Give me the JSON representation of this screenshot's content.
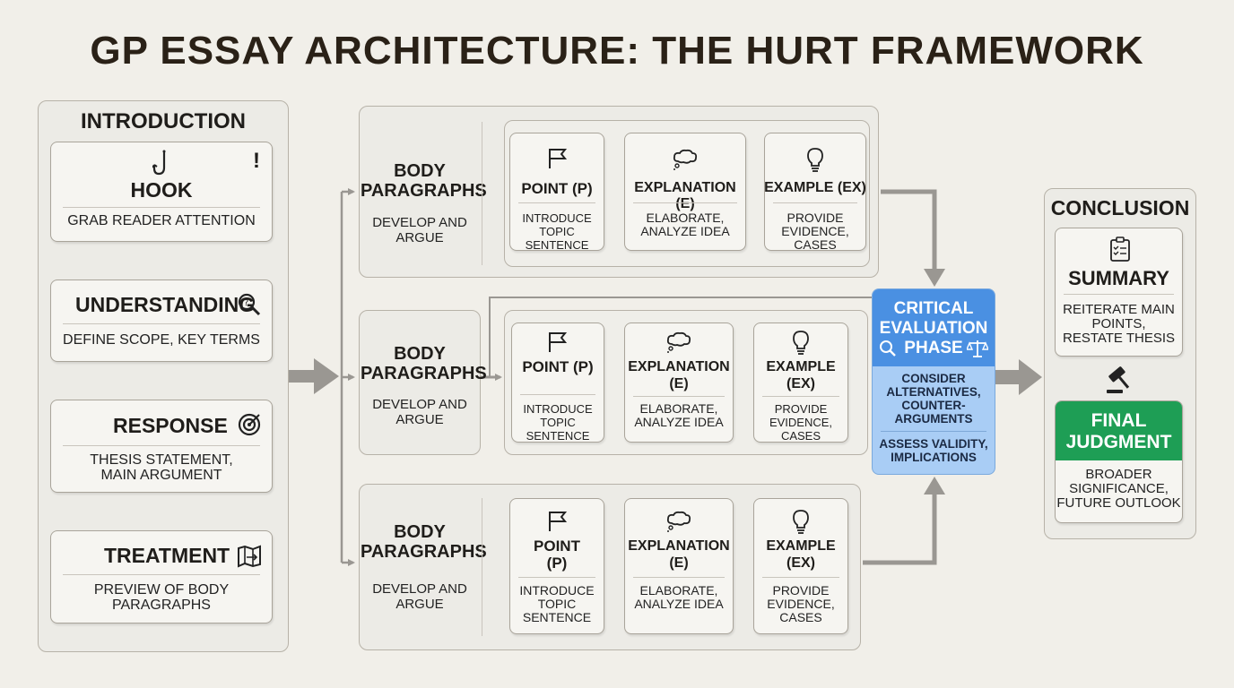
{
  "title": "GP ESSAY ARCHITECTURE: THE HURT FRAMEWORK",
  "introduction": {
    "title": "INTRODUCTION",
    "hook": {
      "label": "HOOK",
      "desc": "GRAB READER ATTENTION",
      "mark": "!"
    },
    "understanding": {
      "label": "UNDERSTANDING",
      "desc": "DEFINE SCOPE, KEY TERMS"
    },
    "response": {
      "label": "RESPONSE",
      "desc": [
        "THESIS STATEMENT,",
        "MAIN ARGUMENT"
      ]
    },
    "treatment": {
      "label": "TREATMENT",
      "desc": [
        "PREVIEW OF BODY",
        "PARAGRAPHS"
      ]
    }
  },
  "body_rows": [
    {
      "title": [
        "BODY",
        "PARAGRAPHS"
      ],
      "desc": [
        "DEVELOP AND",
        "ARGUE"
      ],
      "point": {
        "label": [
          "POINT (P)"
        ],
        "desc": [
          "INTRODUCE",
          "TOPIC SENTENCE"
        ]
      },
      "explanation": {
        "label": [
          "EXPLANATION (E)"
        ],
        "desc": [
          "ELABORATE,",
          "ANALYZE IDEA"
        ]
      },
      "example": {
        "label": [
          "EXAMPLE (EX)"
        ],
        "desc": [
          "PROVIDE",
          "EVIDENCE, CASES"
        ]
      }
    },
    {
      "title": [
        "BODY",
        "PARAGRAPHS"
      ],
      "desc": [
        "DEVELOP AND",
        "ARGUE"
      ],
      "point": {
        "label": [
          "POINT (P)"
        ],
        "desc": [
          "INTRODUCE",
          "TOPIC SENTENCE"
        ]
      },
      "explanation": {
        "label": [
          "EXPLANATION",
          "(E)"
        ],
        "desc": [
          "ELABORATE,",
          "ANALYZE IDEA"
        ]
      },
      "example": {
        "label": [
          "EXAMPLE",
          "(EX)"
        ],
        "desc": [
          "PROVIDE",
          "EVIDENCE, CASES"
        ]
      }
    },
    {
      "title": [
        "BODY",
        "PARAGRAPHS"
      ],
      "desc": [
        "DEVELOP AND",
        "ARGUE"
      ],
      "point": {
        "label": [
          "POINT",
          "(P)"
        ],
        "desc": [
          "INTRODUCE",
          "TOPIC",
          "SENTENCE"
        ]
      },
      "explanation": {
        "label": [
          "EXPLANATION",
          "(E)"
        ],
        "desc": [
          "ELABORATE,",
          "ANALYZE IDEA"
        ]
      },
      "example": {
        "label": [
          "EXAMPLE",
          "(EX)"
        ],
        "desc": [
          "PROVIDE",
          "EVIDENCE,",
          "CASES"
        ]
      }
    }
  ],
  "evaluation": {
    "title": [
      "CRITICAL",
      "EVALUATION",
      "PHASE"
    ],
    "desc1": [
      "CONSIDER",
      "ALTERNATIVES,",
      "COUNTER-",
      "ARGUMENTS"
    ],
    "desc2": [
      "ASSESS VALIDITY,",
      "IMPLICATIONS"
    ]
  },
  "conclusion": {
    "title": "CONCLUSION",
    "summary": {
      "label": "SUMMARY",
      "desc": [
        "REITERATE MAIN",
        "POINTS,",
        "RESTATE THESIS"
      ]
    },
    "final": {
      "label": [
        "FINAL",
        "JUDGMENT"
      ],
      "desc": [
        "BROADER",
        "SIGNIFICANCE,",
        "FUTURE OUTLOOK"
      ]
    }
  },
  "colors": {
    "evaluation": "#4a90e2",
    "final": "#1e9e55",
    "connector": "#9a9792"
  }
}
